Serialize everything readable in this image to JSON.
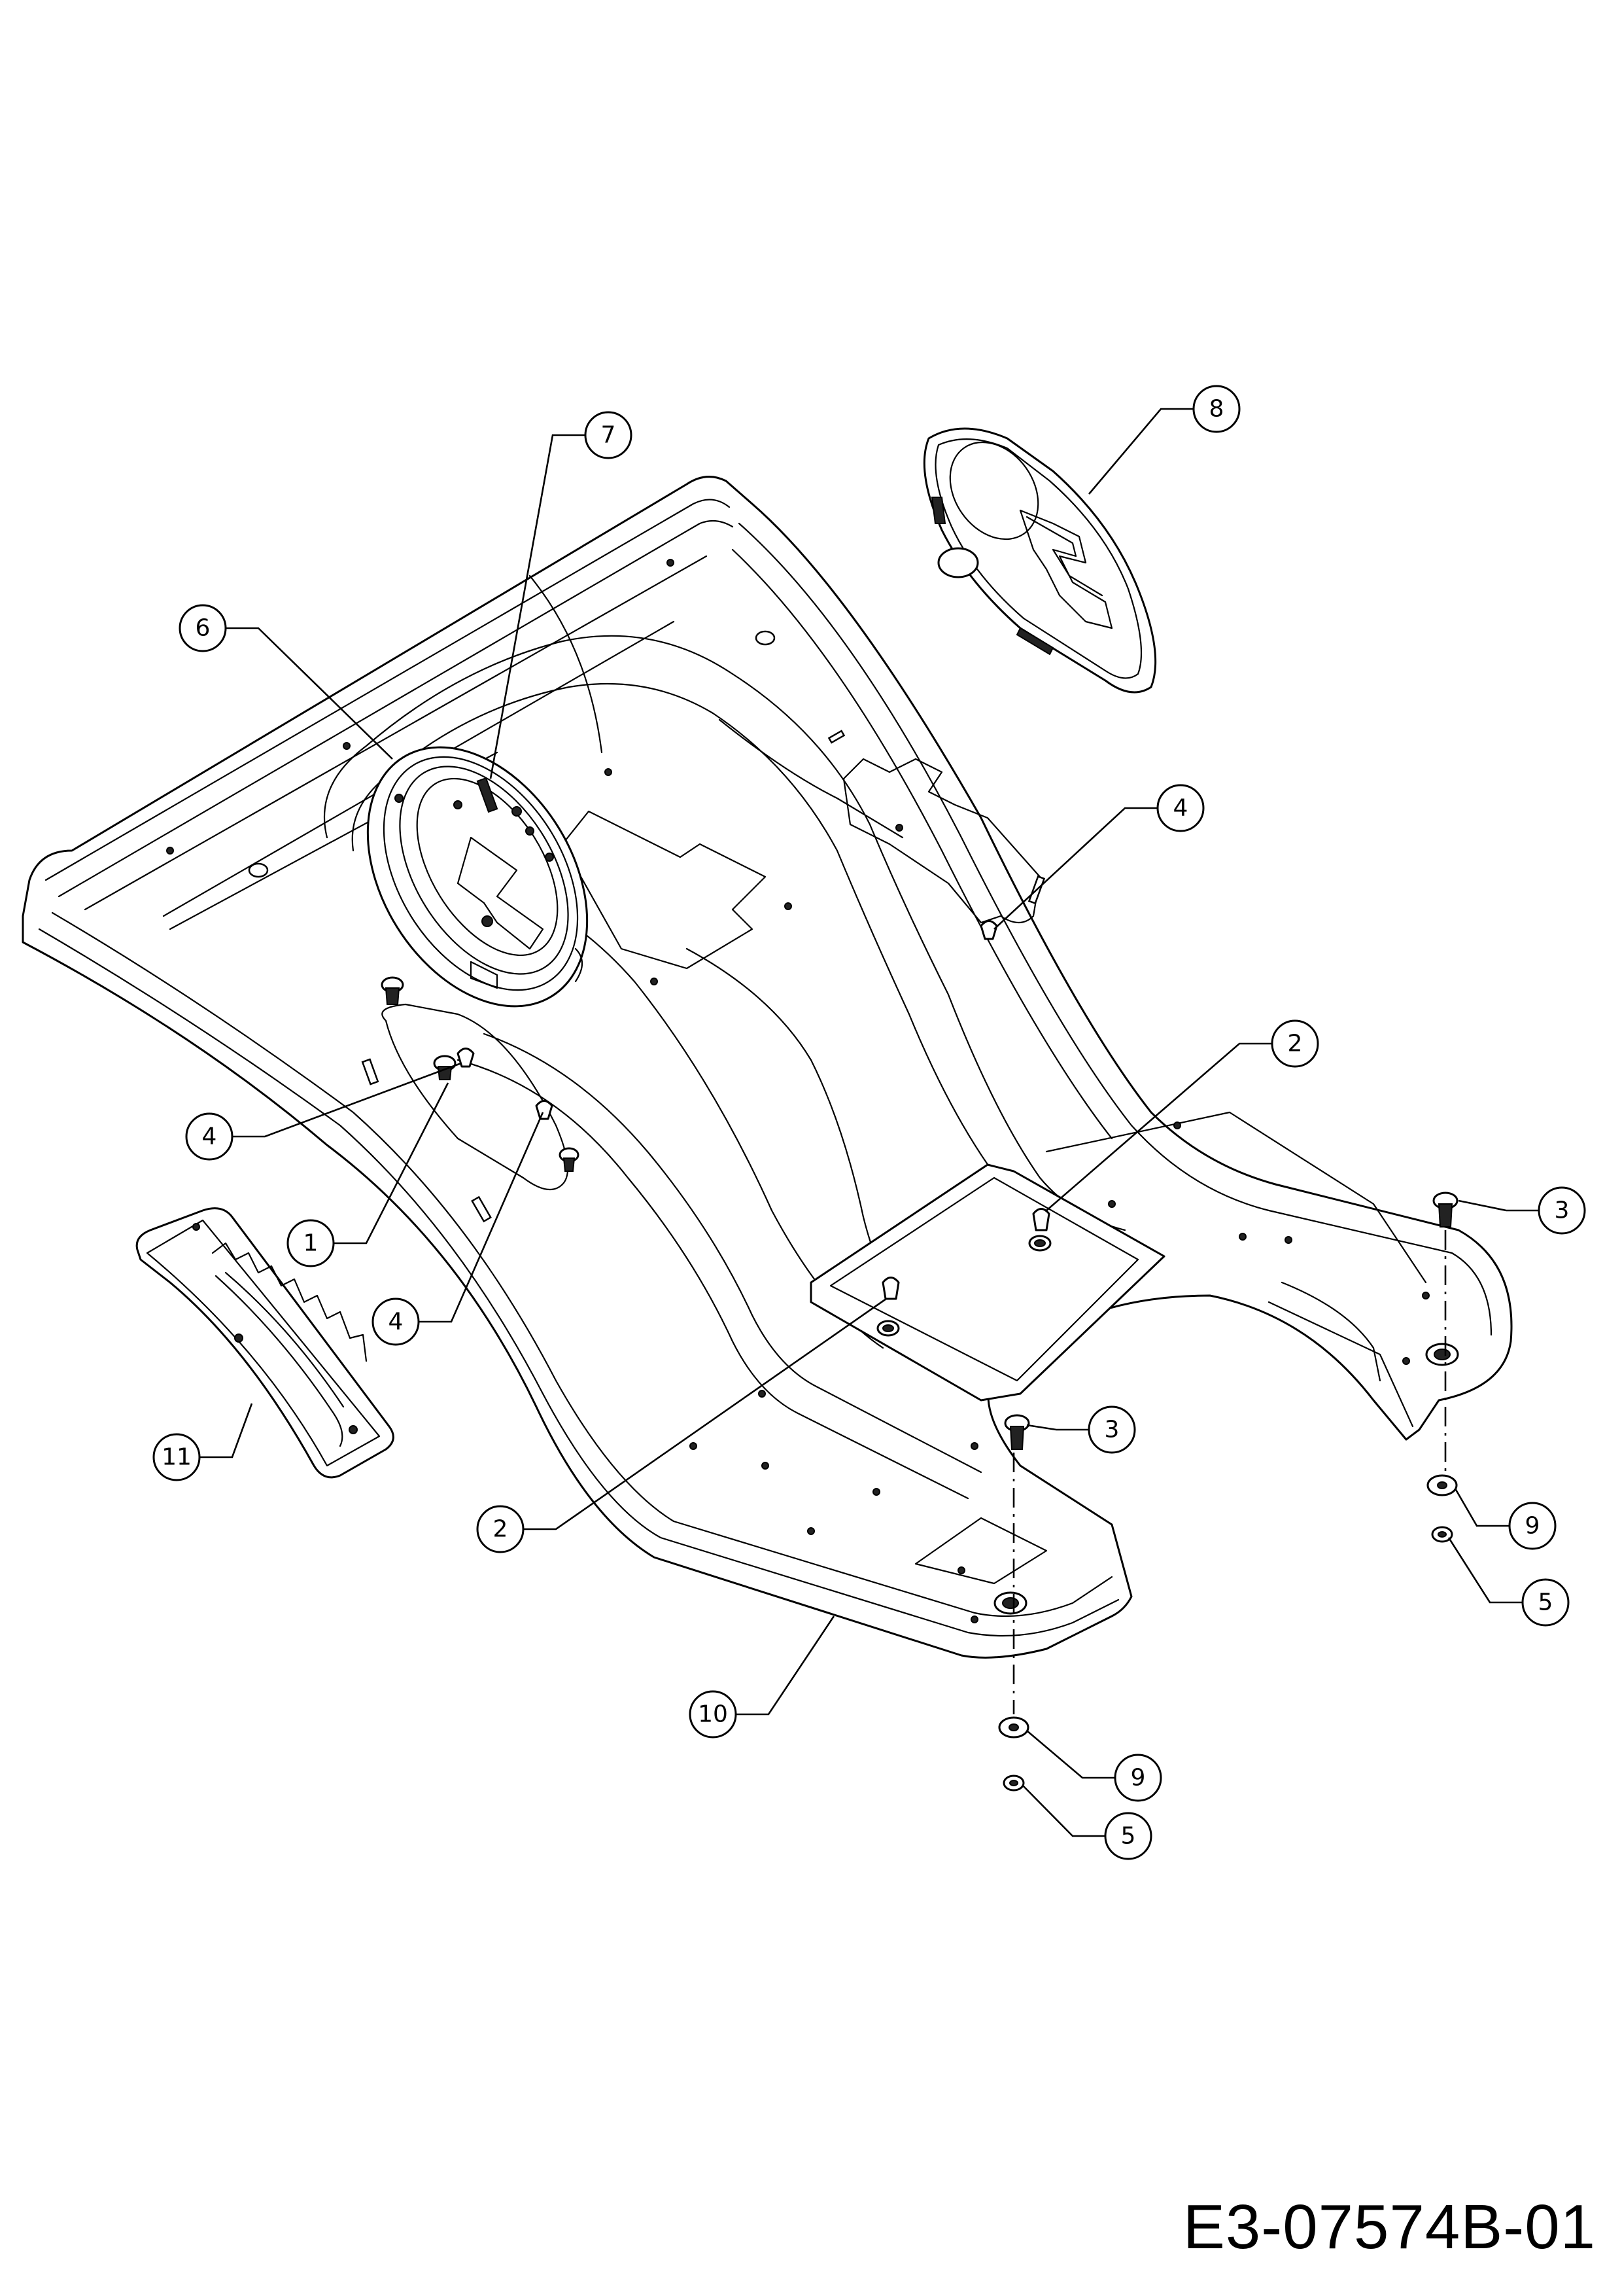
{
  "drawing_code": "E3-07574B-01",
  "callouts": [
    {
      "id": "c1",
      "label": "1"
    },
    {
      "id": "c2a",
      "label": "2"
    },
    {
      "id": "c2b",
      "label": "2"
    },
    {
      "id": "c3a",
      "label": "3"
    },
    {
      "id": "c3b",
      "label": "3"
    },
    {
      "id": "c4a",
      "label": "4"
    },
    {
      "id": "c4b",
      "label": "4"
    },
    {
      "id": "c4c",
      "label": "4"
    },
    {
      "id": "c5a",
      "label": "5"
    },
    {
      "id": "c5b",
      "label": "5"
    },
    {
      "id": "c6",
      "label": "6"
    },
    {
      "id": "c7",
      "label": "7"
    },
    {
      "id": "c8",
      "label": "8"
    },
    {
      "id": "c9a",
      "label": "9"
    },
    {
      "id": "c9b",
      "label": "9"
    },
    {
      "id": "c10",
      "label": "10"
    },
    {
      "id": "c11",
      "label": "11"
    }
  ]
}
